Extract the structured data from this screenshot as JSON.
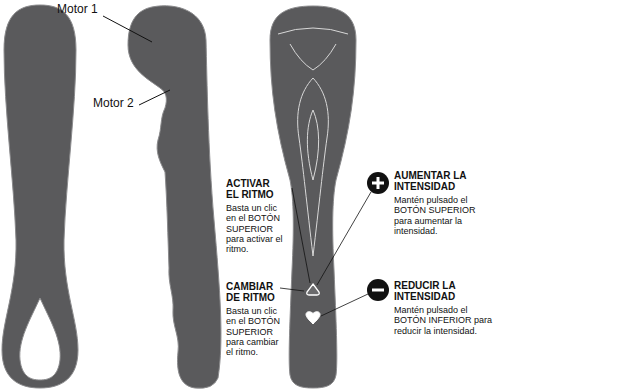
{
  "diagram": {
    "labels": [
      "Motor 1",
      "Motor 2",
      "ACTIVAR EL RITMO",
      "Basta un clic en el BOTÓN SUPERIOR para activar el ritmo.",
      "CAMBIAR DE RITMO",
      "Basta un clic en el BOTÓN SUPERIOR para cambiar el ritmo.",
      "AUMENTAR LA INTENSIDAD",
      "Mantén pulsado el BOTÓN SUPERIOR para aumentar la intensidad.",
      "REDUCIR LA INTENSIDAD",
      "Mantén pulsado el BOTÓN INFERIOR para reducir la intensidad."
    ]
  }
}
